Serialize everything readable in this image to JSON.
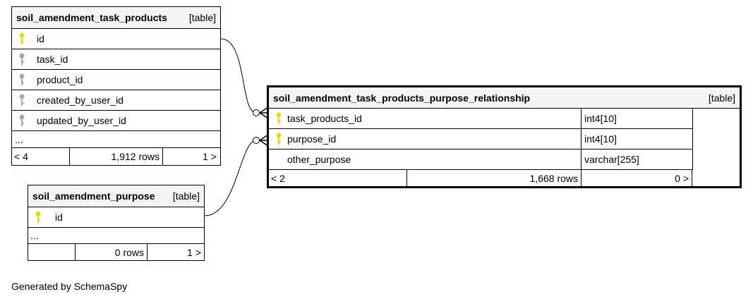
{
  "footer_text": "Generated by SchemaSpy",
  "colors": {
    "primary_key": "#e6dc00",
    "foreign_key": "#a8a8a8",
    "header_bg": "#f4f4f4"
  },
  "tables": {
    "products": {
      "name": "soil_amendment_task_products",
      "kind": "[table]",
      "columns": [
        "id",
        "task_id",
        "product_id",
        "created_by_user_id",
        "updated_by_user_id"
      ],
      "more": "...",
      "footer": {
        "left": "< 4",
        "rows": "1,912 rows",
        "right": "1 >"
      }
    },
    "purpose": {
      "name": "soil_amendment_purpose",
      "kind": "[table]",
      "columns": [
        "id"
      ],
      "more": "...",
      "footer": {
        "left": "",
        "rows": "0 rows",
        "right": "1 >"
      }
    },
    "relationship": {
      "name": "soil_amendment_task_products_purpose_relationship",
      "kind": "[table]",
      "columns": [
        {
          "name": "task_products_id",
          "type": "int4[10]"
        },
        {
          "name": "purpose_id",
          "type": "int4[10]"
        },
        {
          "name": "other_purpose",
          "type": "varchar[255]"
        }
      ],
      "footer": {
        "left": "< 2",
        "rows": "1,668 rows",
        "right": "0 >"
      }
    }
  }
}
